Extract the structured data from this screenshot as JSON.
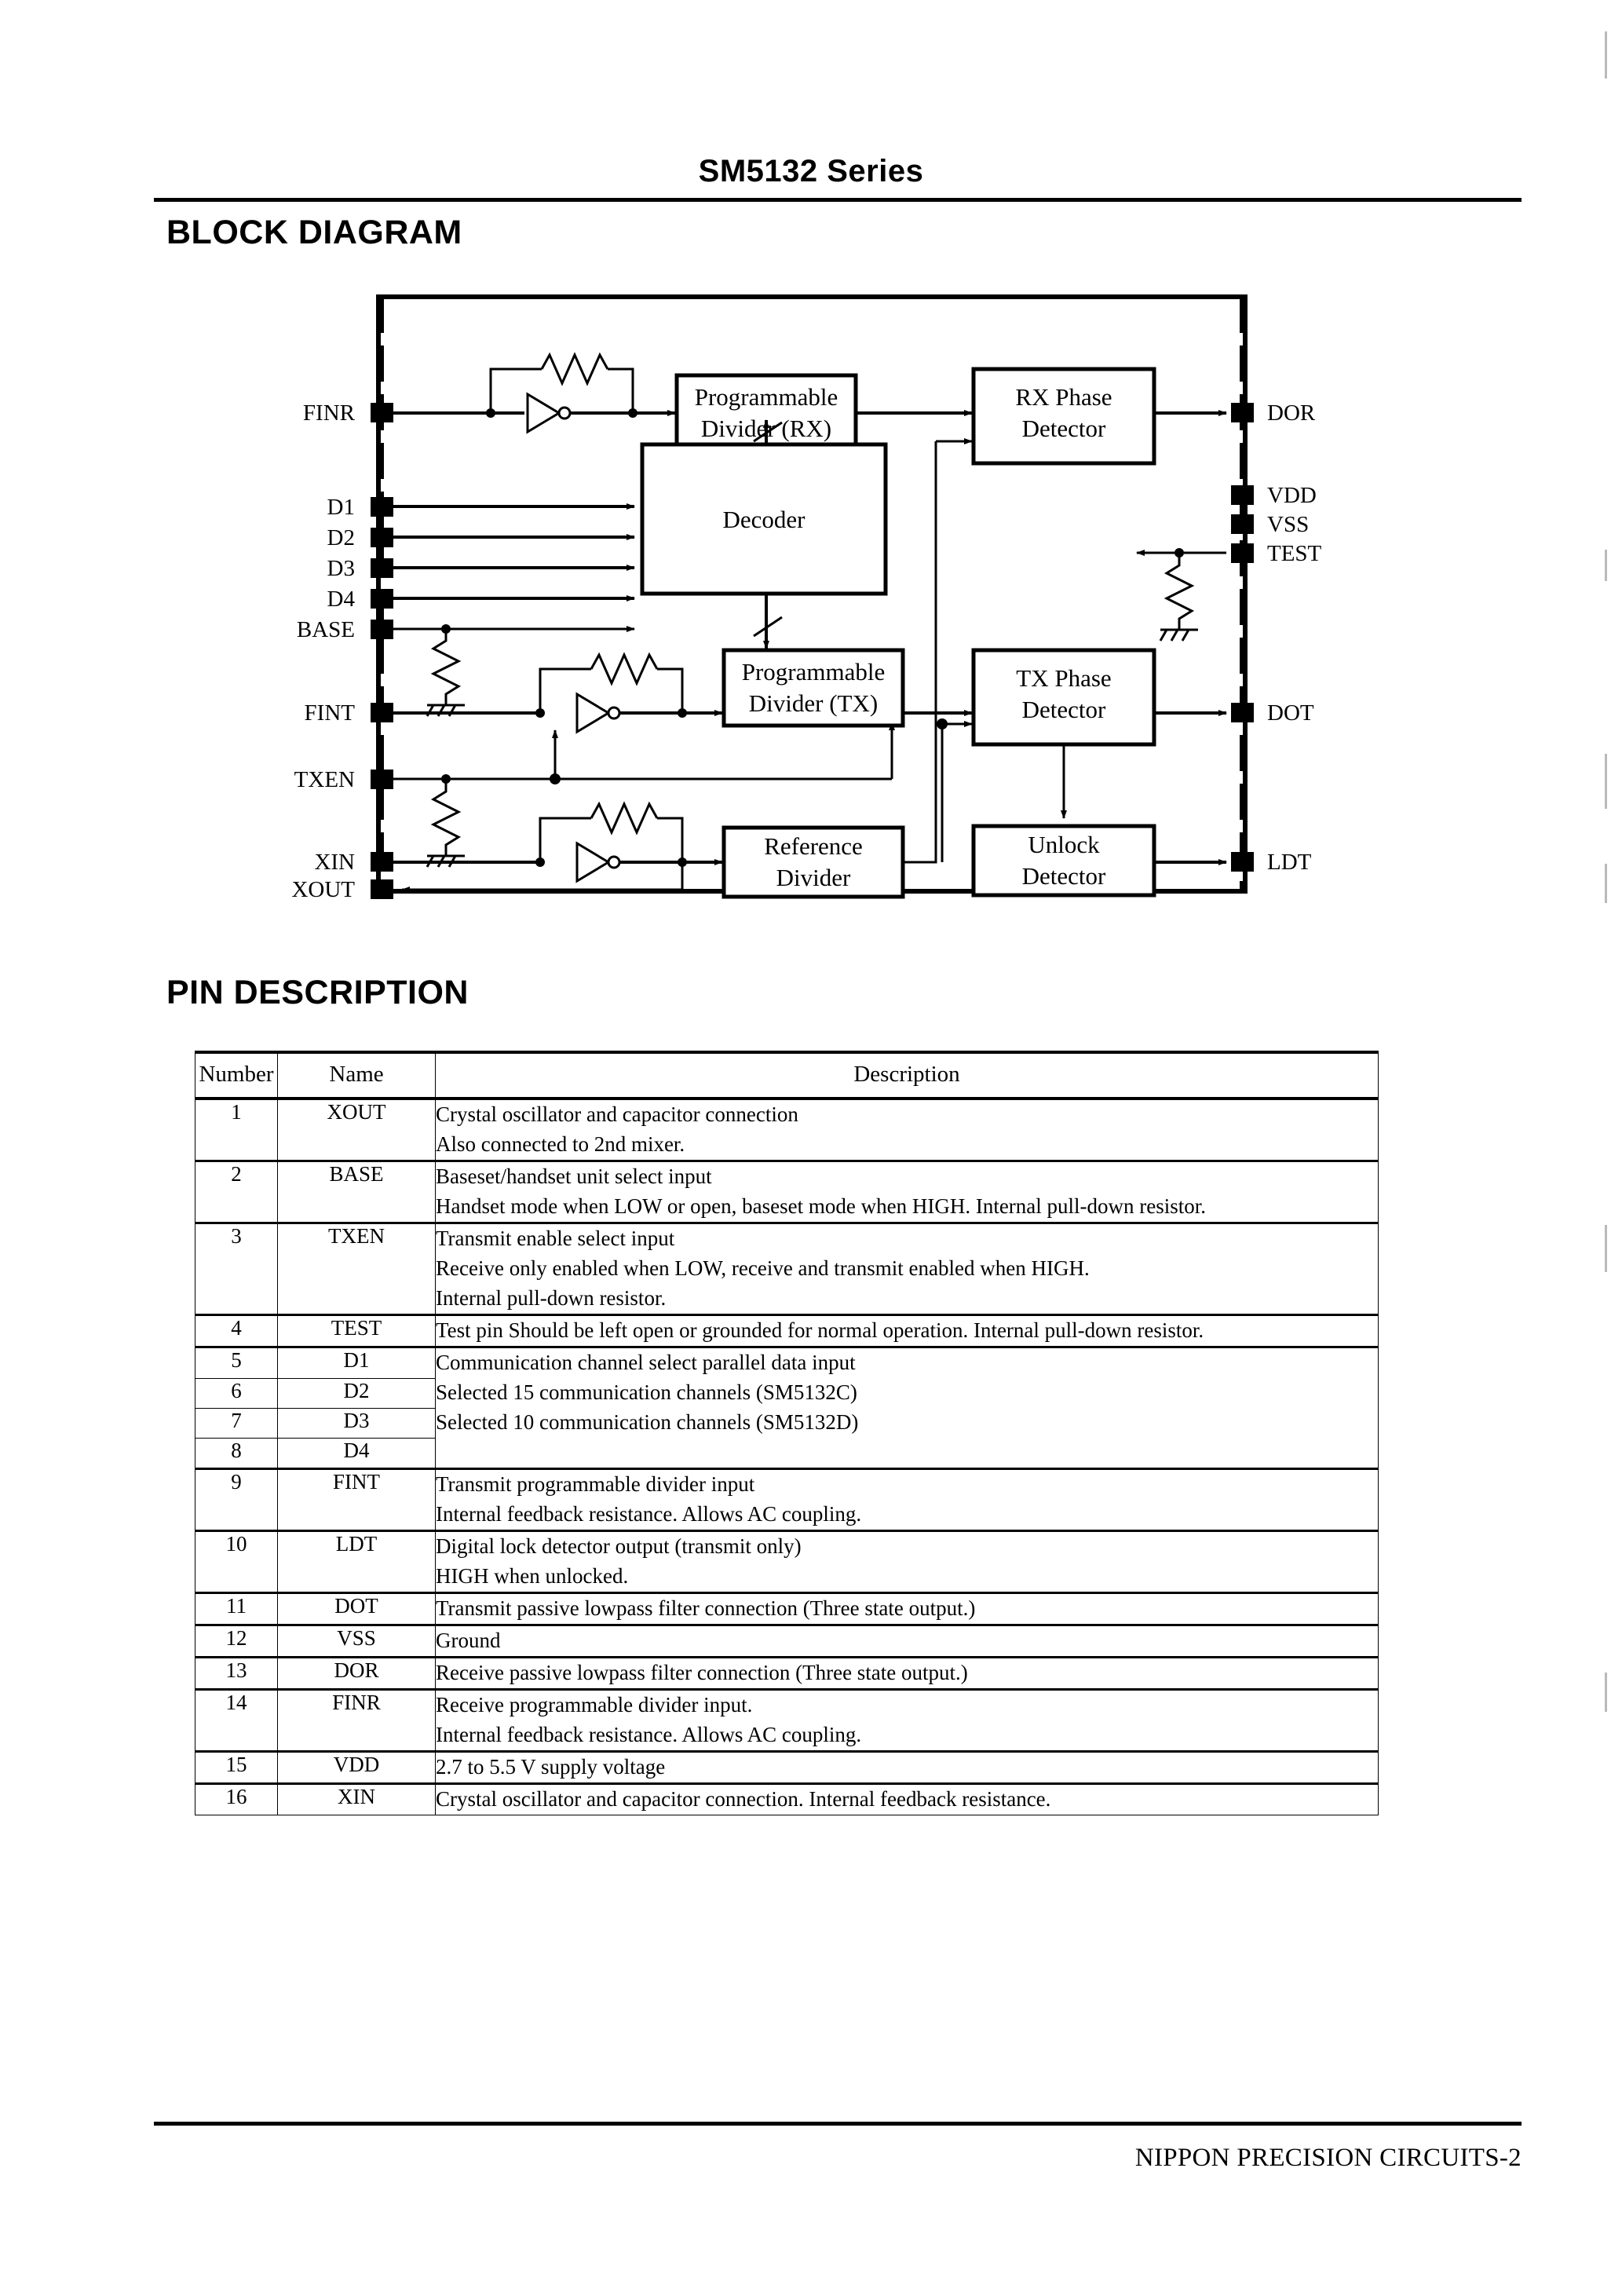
{
  "header": {
    "title": "SM5132 Series"
  },
  "sections": {
    "block_diagram_title": "BLOCK DIAGRAM",
    "pin_description_title": "PIN DESCRIPTION"
  },
  "footer": {
    "text": "NIPPON PRECISION CIRCUITS-2"
  },
  "block_diagram": {
    "left_pins": [
      "FINR",
      "D1",
      "D2",
      "D3",
      "D4",
      "BASE",
      "FINT",
      "TXEN",
      "XIN",
      "XOUT"
    ],
    "right_pins": [
      "DOR",
      "VDD",
      "VSS",
      "TEST",
      "DOT",
      "LDT"
    ],
    "blocks": [
      {
        "id": "prog-div-rx",
        "line1": "Programmable",
        "line2": "Divider (RX)"
      },
      {
        "id": "decoder",
        "line1": "Decoder",
        "line2": ""
      },
      {
        "id": "prog-div-tx",
        "line1": "Programmable",
        "line2": "Divider (TX)"
      },
      {
        "id": "reference-divider",
        "line1": "Reference",
        "line2": "Divider"
      },
      {
        "id": "rx-phase-detector",
        "line1": "RX Phase",
        "line2": "Detector"
      },
      {
        "id": "tx-phase-detector",
        "line1": "TX Phase",
        "line2": "Detector"
      },
      {
        "id": "unlock-detector",
        "line1": "Unlock",
        "line2": "Detector"
      }
    ]
  },
  "pin_table": {
    "columns": [
      "Number",
      "Name",
      "Description"
    ],
    "rows": [
      {
        "number": "1",
        "name": "XOUT",
        "desc": [
          "Crystal oscillator and capacitor connection",
          "Also connected to 2nd mixer."
        ],
        "group_start": true
      },
      {
        "number": "2",
        "name": "BASE",
        "desc": [
          "Baseset/handset unit select input",
          "Handset mode when LOW or open, baseset mode when HIGH. Internal pull-down resistor."
        ],
        "group_start": true
      },
      {
        "number": "3",
        "name": "TXEN",
        "desc": [
          "Transmit enable select input",
          "Receive only enabled when LOW, receive and transmit enabled when HIGH.",
          "Internal pull-down resistor."
        ],
        "group_start": true
      },
      {
        "number": "4",
        "name": "TEST",
        "desc": [
          "Test pin  Should be left open or grounded for normal operation. Internal pull-down resistor."
        ],
        "group_start": true
      },
      {
        "number": "5",
        "name": "D1",
        "desc": [
          "Communication channel select parallel data input"
        ],
        "group_start": true
      },
      {
        "number": "6",
        "name": "D2",
        "desc": [
          "Selected 15 communication channels (SM5132C)"
        ],
        "group_start": false
      },
      {
        "number": "7",
        "name": "D3",
        "desc": [
          "Selected 10 communication channels (SM5132D)"
        ],
        "group_start": false
      },
      {
        "number": "8",
        "name": "D4",
        "desc": [
          ""
        ],
        "group_start": false
      },
      {
        "number": "9",
        "name": "FINT",
        "desc": [
          "Transmit programmable divider input",
          "Internal feedback resistance. Allows AC coupling."
        ],
        "group_start": true
      },
      {
        "number": "10",
        "name": "LDT",
        "desc": [
          "Digital lock detector output (transmit only)",
          "HIGH when unlocked."
        ],
        "group_start": true
      },
      {
        "number": "11",
        "name": "DOT",
        "desc": [
          "Transmit passive lowpass filter connection (Three state output.)"
        ],
        "group_start": true
      },
      {
        "number": "12",
        "name": "VSS",
        "desc": [
          "Ground"
        ],
        "group_start": true
      },
      {
        "number": "13",
        "name": "DOR",
        "desc": [
          "Receive passive lowpass filter connection (Three state output.)"
        ],
        "group_start": true
      },
      {
        "number": "14",
        "name": "FINR",
        "desc": [
          "Receive programmable divider input.",
          "Internal feedback resistance. Allows AC coupling."
        ],
        "group_start": true
      },
      {
        "number": "15",
        "name": "VDD",
        "desc": [
          "2.7 to 5.5 V supply voltage"
        ],
        "group_start": true
      },
      {
        "number": "16",
        "name": "XIN",
        "desc": [
          "Crystal oscillator and capacitor connection.  Internal feedback resistance."
        ],
        "group_start": true
      }
    ]
  }
}
